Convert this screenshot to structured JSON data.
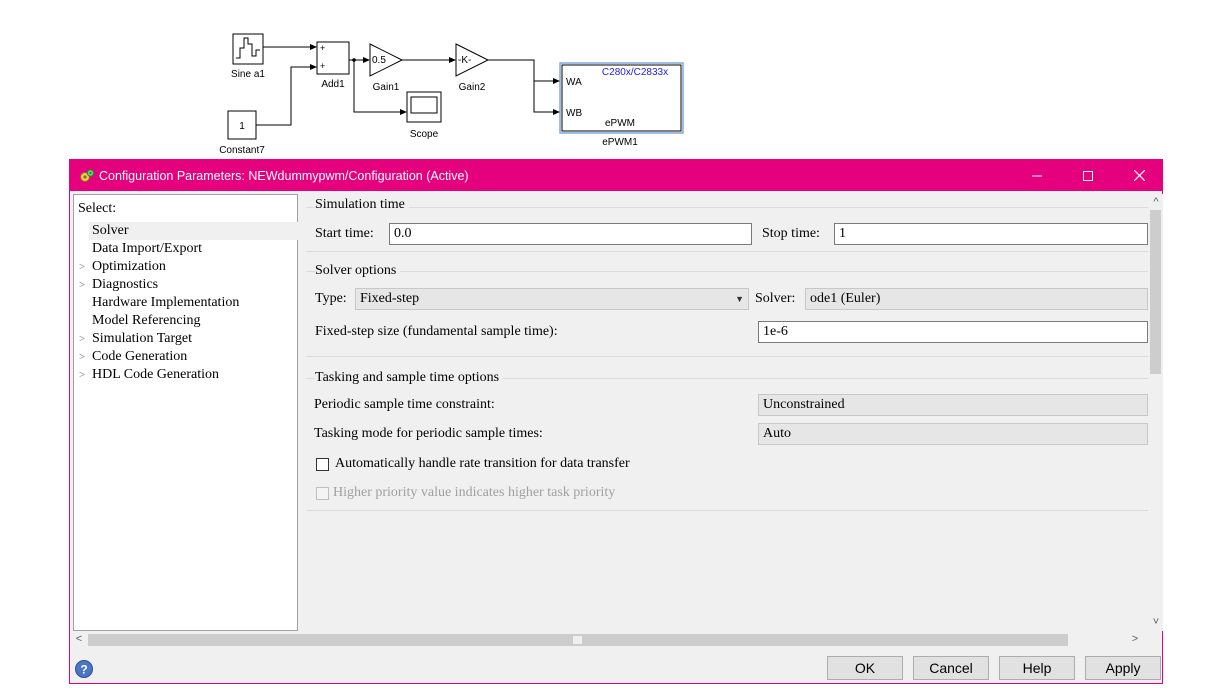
{
  "diagram": {
    "blocks": {
      "sine": "Sine a1",
      "constant": "Constant7",
      "constant_value": "1",
      "add": "Add1",
      "add_plus": "+",
      "gain1": "Gain1",
      "gain1_value": "0.5",
      "gain2": "Gain2",
      "gain2_value": "-K-",
      "scope": "Scope",
      "epwm_name": "ePWM1",
      "epwm_title": "C280x/C2833x",
      "epwm_body": "ePWM",
      "epwm_port_a": "WA",
      "epwm_port_b": "WB"
    }
  },
  "dialog": {
    "title": "Configuration Parameters: NEWdummypwm/Configuration (Active)",
    "window_buttons": {
      "minimize": "—",
      "maximize": "☐",
      "close": "✕"
    },
    "tree": {
      "header": "Select:",
      "items": [
        {
          "label": "Solver",
          "expandable": false,
          "selected": true
        },
        {
          "label": "Data Import/Export",
          "expandable": false
        },
        {
          "label": "Optimization",
          "expandable": true
        },
        {
          "label": "Diagnostics",
          "expandable": true
        },
        {
          "label": "Hardware Implementation",
          "expandable": false
        },
        {
          "label": "Model Referencing",
          "expandable": false
        },
        {
          "label": "Simulation Target",
          "expandable": true
        },
        {
          "label": "Code Generation",
          "expandable": true
        },
        {
          "label": "HDL Code Generation",
          "expandable": true
        }
      ]
    },
    "simulation_time": {
      "group_label": "Simulation time",
      "start_label": "Start time:",
      "start_value": "0.0",
      "stop_label": "Stop time:",
      "stop_value": "1"
    },
    "solver_options": {
      "group_label": "Solver options",
      "type_label": "Type:",
      "type_value": "Fixed-step",
      "solver_label": "Solver:",
      "solver_value": "ode1 (Euler)",
      "step_label": "Fixed-step size (fundamental sample time):",
      "step_value": "1e-6"
    },
    "tasking": {
      "group_label": "Tasking and sample time options",
      "periodic_label": "Periodic sample time constraint:",
      "periodic_value": "Unconstrained",
      "mode_label": "Tasking mode for periodic sample times:",
      "mode_value": "Auto",
      "rate_transition_label": "Automatically handle rate transition for data transfer",
      "rate_transition_checked": false,
      "priority_label": "Higher priority value indicates higher task priority",
      "priority_enabled": false
    },
    "buttons": {
      "ok": "OK",
      "cancel": "Cancel",
      "help": "Help",
      "apply": "Apply"
    },
    "scroll_arrows": {
      "up": "^",
      "down": "˅",
      "left": "<",
      "right": ">"
    }
  },
  "colors": {
    "titlebar": "#e5007e",
    "epwm_text": "#1a1aff",
    "disabled_text": "#a0a0a0"
  }
}
